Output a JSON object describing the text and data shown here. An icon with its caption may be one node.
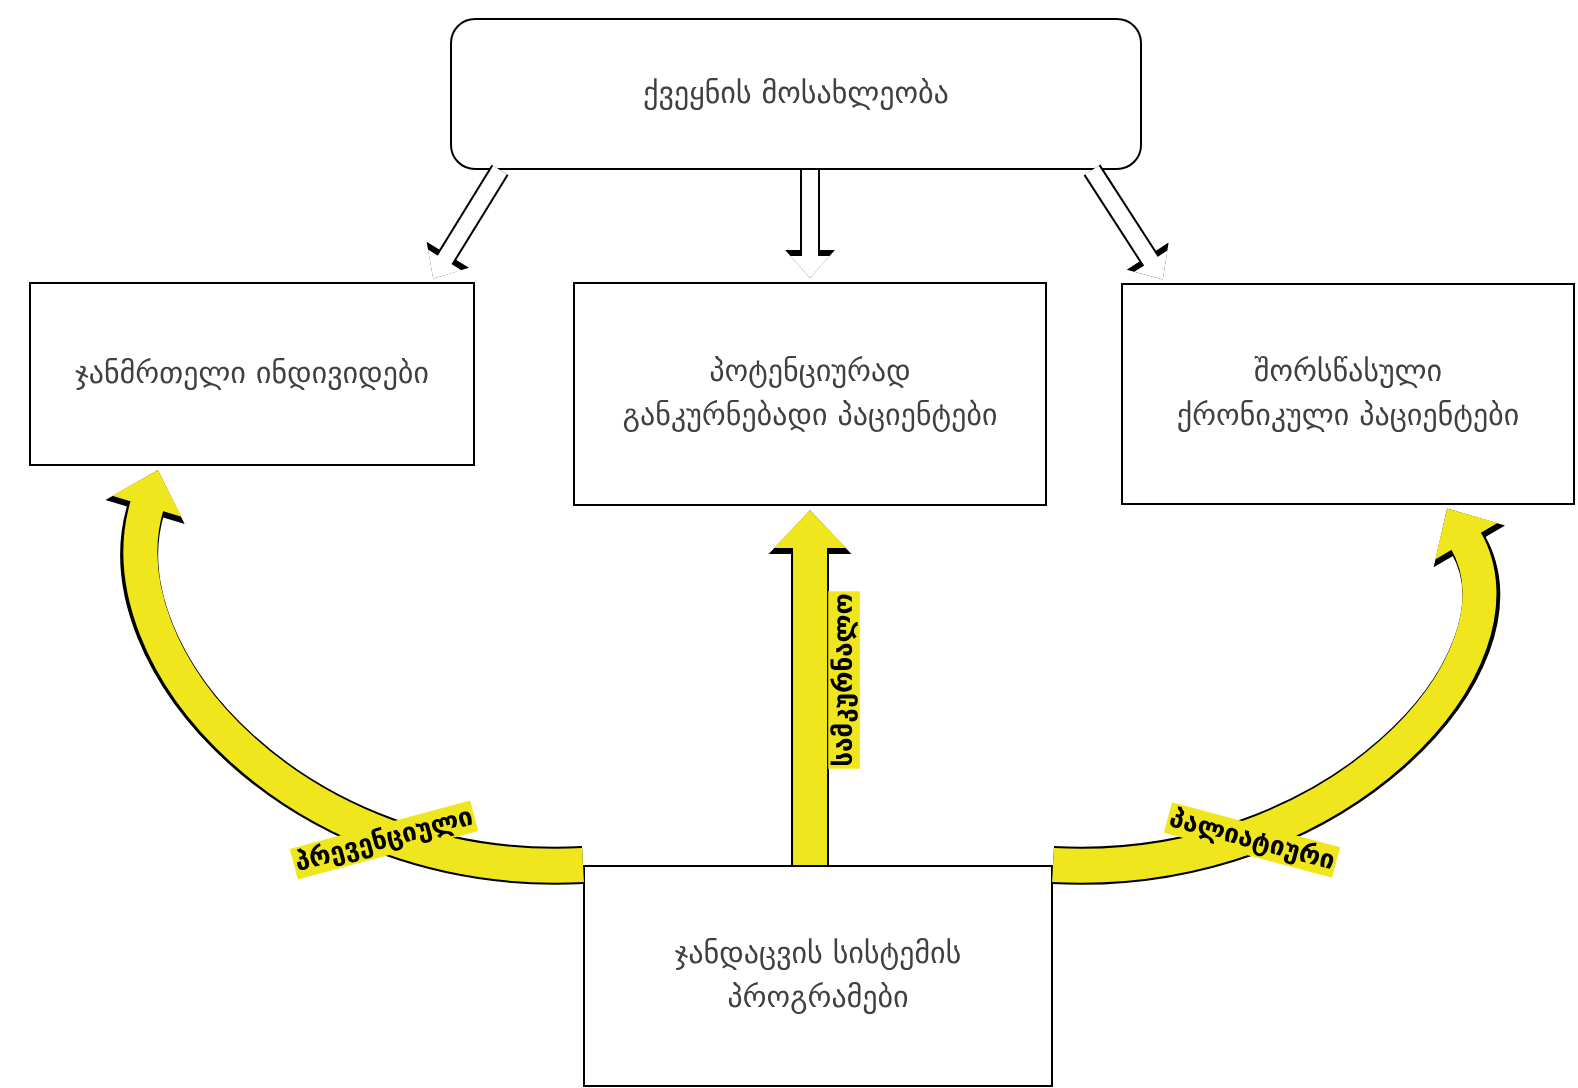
{
  "diagram": {
    "nodes": [
      {
        "text": [
          "ქვეყნის მოსახლეობა"
        ]
      },
      {
        "text": [
          "ჯანმრთელი ინდივიდები"
        ]
      },
      {
        "text": [
          "პოტენციურად განკურნებადი პაციენტები"
        ]
      },
      {
        "text": [
          "შორსწასული ქრონიკული პაციენტები"
        ]
      },
      {
        "text": [
          "ჯანდაცვის სისტემის პროგრამები"
        ]
      }
    ],
    "edges": [
      {
        "from": 0,
        "to": 1,
        "arrow": "to"
      },
      {
        "from": 0,
        "to": 2,
        "arrow": "to"
      },
      {
        "from": 0,
        "to": 3,
        "arrow": "to"
      },
      {
        "from": 4,
        "to": 1,
        "arrow": "to",
        "label": "პრევენციული",
        "style": "thick",
        "color": "#f0e61e"
      },
      {
        "from": 4,
        "to": 2,
        "arrow": "to",
        "label": "სამკურნალო",
        "style": "thick",
        "color": "#f0e61e"
      },
      {
        "from": 4,
        "to": 3,
        "arrow": "to",
        "label": "პალიატიური",
        "style": "thick",
        "color": "#f0e61e"
      }
    ]
  }
}
